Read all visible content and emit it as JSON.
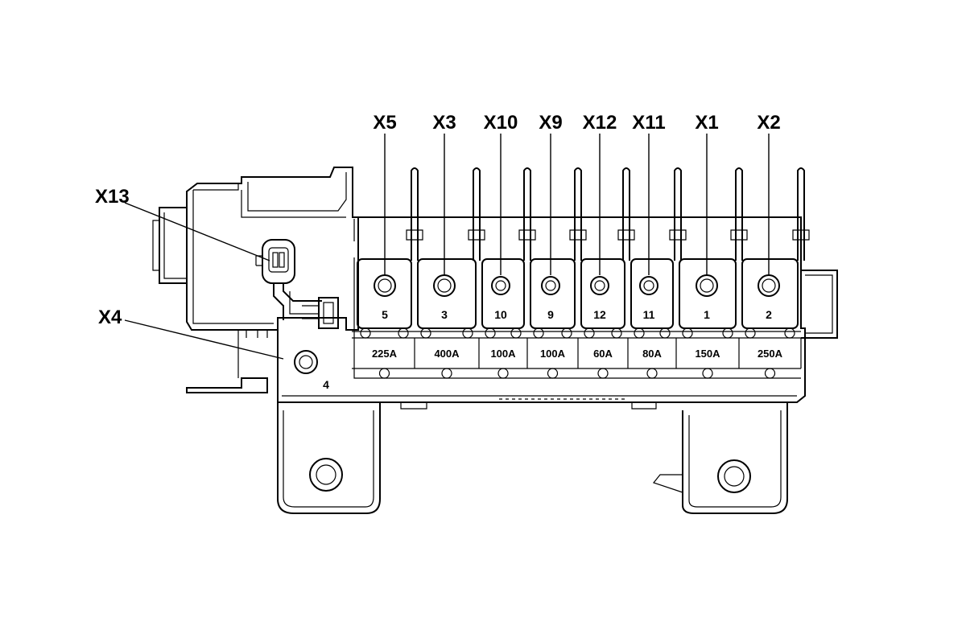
{
  "callouts": {
    "X5": "X5",
    "X3": "X3",
    "X10": "X10",
    "X9": "X9",
    "X12": "X12",
    "X11": "X11",
    "X1": "X1",
    "X2": "X2",
    "X13": "X13",
    "X4": "X4"
  },
  "fuses": [
    {
      "callout": "X5",
      "number": "5",
      "rating": "225A"
    },
    {
      "callout": "X3",
      "number": "3",
      "rating": "400A"
    },
    {
      "callout": "X10",
      "number": "10",
      "rating": "100A"
    },
    {
      "callout": "X9",
      "number": "9",
      "rating": "100A"
    },
    {
      "callout": "X12",
      "number": "12",
      "rating": "60A"
    },
    {
      "callout": "X11",
      "number": "11",
      "rating": "80A"
    },
    {
      "callout": "X1",
      "number": "1",
      "rating": "150A"
    },
    {
      "callout": "X2",
      "number": "2",
      "rating": "250A"
    }
  ],
  "terminal_4": {
    "number": "4"
  }
}
